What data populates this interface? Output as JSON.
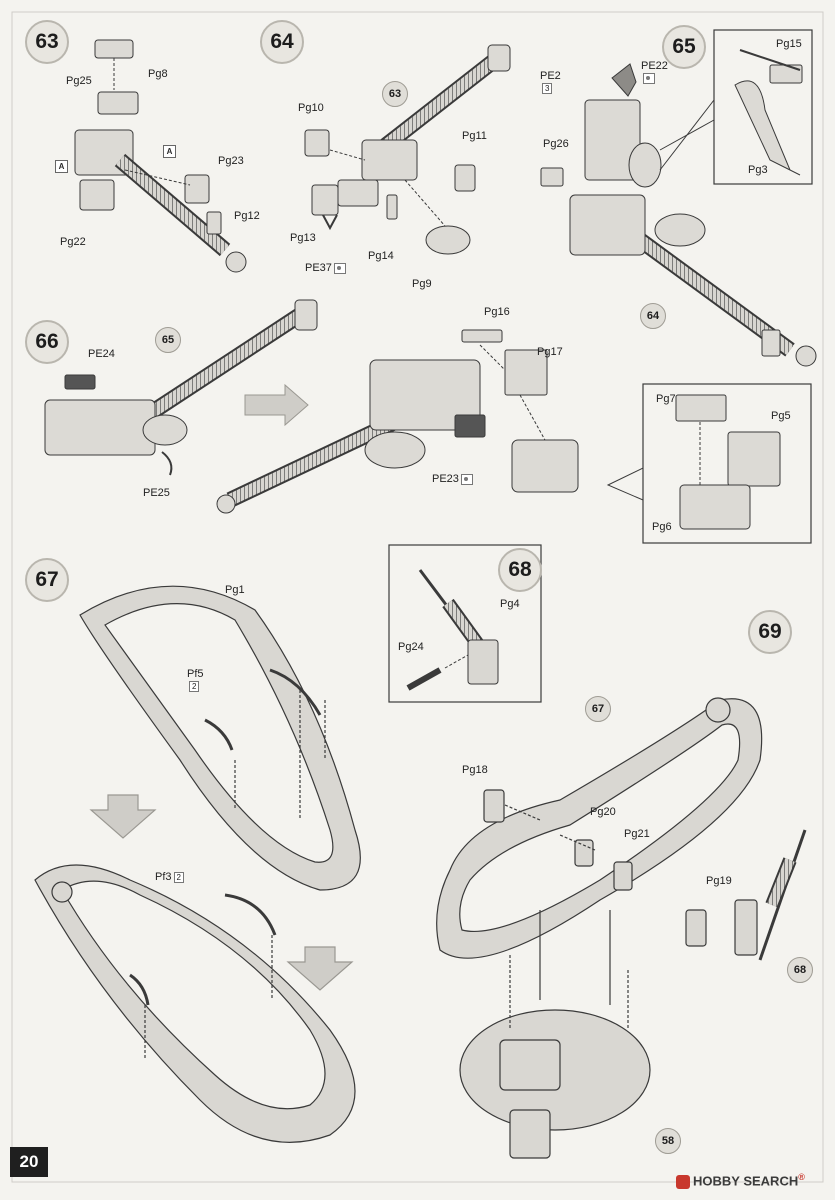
{
  "page": {
    "number": "20"
  },
  "steps": {
    "s63": "63",
    "s64": "64",
    "s65": "65",
    "s66": "66",
    "s67": "67",
    "s68": "68",
    "s69": "69"
  },
  "refs": {
    "r63": "63",
    "r65": "65",
    "r64": "64",
    "r67": "67",
    "r68": "68",
    "r58": "58"
  },
  "labels": {
    "pg25": "Pg25",
    "pg8": "Pg8",
    "pg23": "Pg23",
    "pg22": "Pg22",
    "pg12": "Pg12",
    "pg10": "Pg10",
    "pg11": "Pg11",
    "pg13": "Pg13",
    "pe37": "PE37",
    "pg14": "Pg14",
    "pg9": "Pg9",
    "pe2": "PE2",
    "pe22": "PE22",
    "pg26": "Pg26",
    "pg15": "Pg15",
    "pg3": "Pg3",
    "pe24": "PE24",
    "pe25": "PE25",
    "pg16": "Pg16",
    "pg17": "Pg17",
    "pe23": "PE23",
    "pg7": "Pg7",
    "pg5": "Pg5",
    "pg6": "Pg6",
    "pg1": "Pg1",
    "pf5": "Pf5",
    "pf3": "Pf3",
    "pg4": "Pg4",
    "pg24": "Pg24",
    "pg18": "Pg18",
    "pg20": "Pg20",
    "pg21": "Pg21",
    "pg19": "Pg19"
  },
  "quantities": {
    "pf5": "2",
    "pf3": "2",
    "pe2": "3"
  },
  "badges": {
    "a1": "A",
    "a2": "A"
  },
  "watermark": {
    "brand": "HOBBY SEARCH",
    "reg": "®"
  },
  "colors": {
    "part_fill": "#d9d7d2",
    "line": "#3a3a3a",
    "arrow": "#cfcdc8"
  }
}
